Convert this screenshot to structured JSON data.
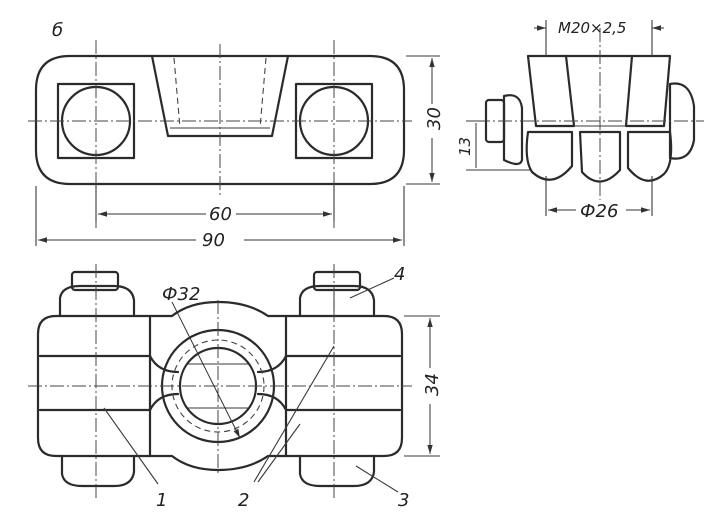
{
  "view_label": "б",
  "dimensions": {
    "width_60": "60",
    "width_90": "90",
    "height_30": "30",
    "height_34": "34",
    "diameter_32": "Ф32",
    "thread": "M20×2,5",
    "offset_13": "13",
    "diameter_26": "Ф26"
  },
  "callouts": {
    "part_1": "1",
    "part_2": "2",
    "part_3": "3",
    "part_4": "4"
  }
}
